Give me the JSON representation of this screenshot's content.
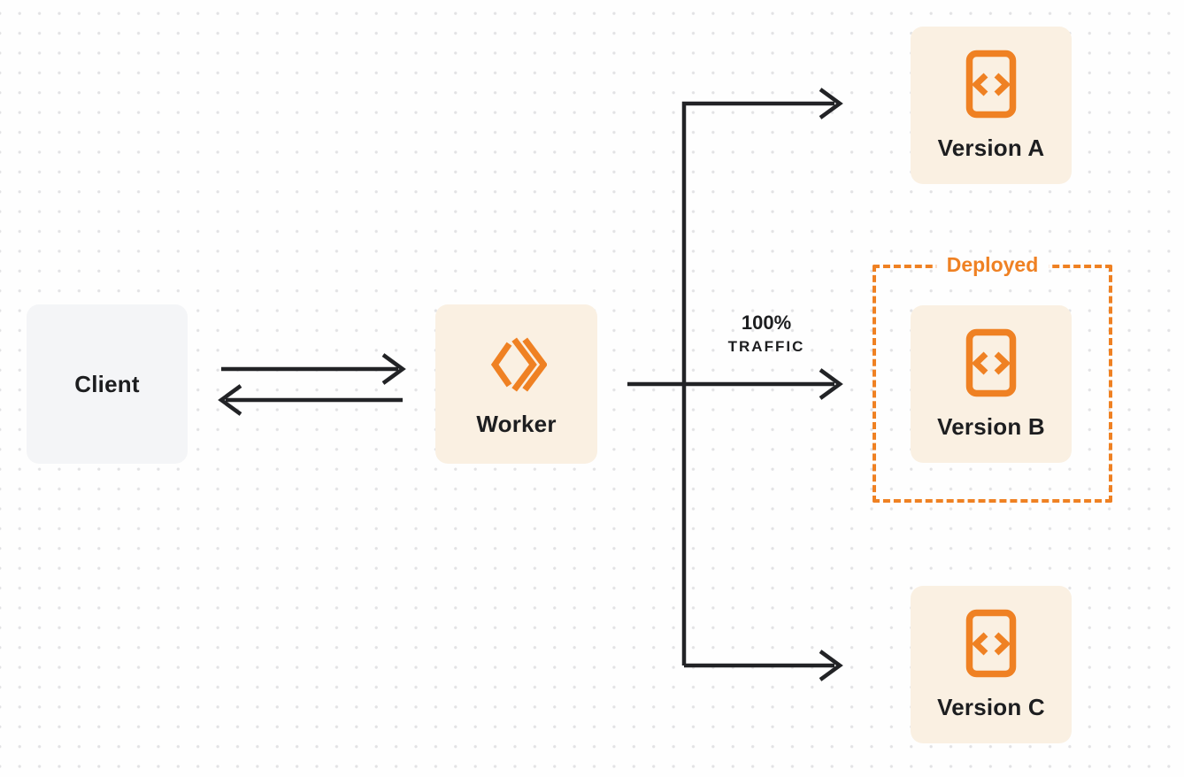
{
  "diagram": {
    "type": "traffic-routing-flow",
    "nodes": {
      "client": {
        "label": "Client"
      },
      "worker": {
        "label": "Worker"
      },
      "version_a": {
        "label": "Version A"
      },
      "version_b": {
        "label": "Version B"
      },
      "version_c": {
        "label": "Version C"
      }
    },
    "annotations": {
      "deployed_label": "Deployed",
      "traffic_percent": "100%",
      "traffic_word": "TRAFFIC"
    },
    "edges": [
      {
        "from": "client",
        "to": "worker",
        "style": "bidirectional-pair"
      },
      {
        "from": "worker",
        "to": "version_a",
        "style": "arrow"
      },
      {
        "from": "worker",
        "to": "version_b",
        "style": "arrow",
        "label": "100% TRAFFIC"
      },
      {
        "from": "worker",
        "to": "version_c",
        "style": "arrow"
      }
    ],
    "icons": {
      "worker": "workers-logo-icon",
      "versions": "code-file-icon"
    }
  },
  "colors": {
    "accent_orange": "#EF8123",
    "node_cream": "#FAF0E2",
    "client_gray": "#F4F5F7",
    "arrow_dark": "#222326",
    "text_dark": "#1D1E20",
    "page_bg": "#FEFEFE",
    "dot_color": "#E2E2E4"
  }
}
